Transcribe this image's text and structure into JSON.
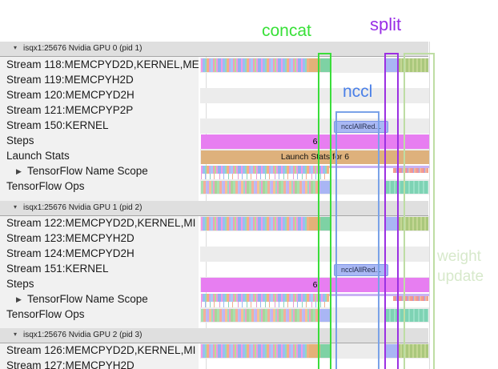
{
  "annotations": {
    "concat": "concat",
    "split": "split",
    "nccl": "nccl",
    "weight_update_line1": "weight",
    "weight_update_line2": "update",
    "colors": {
      "concat_text": "#38e038",
      "split_text": "#992ee6",
      "nccl_text": "#4b80e8",
      "weight_update_text": "#d7e9cb",
      "concat_box": "#3bdd3b",
      "nccl_box": "#7aa2e8",
      "split_box": "#9c30e2",
      "weight_update_box": "#bedda4"
    }
  },
  "icons": {
    "collapse": "▾",
    "expand": "▶"
  },
  "events": {
    "nccl_all_reduce": "ncclAllRed...",
    "steps_value": "6",
    "launch_stats": "Launch Stats for 6"
  },
  "palette": {
    "steps_bar": "#e77ef1",
    "launch_stats_bar": "#deb17c",
    "nccl_bar": "#a9b8f4",
    "kernel_teal": "#7ed2a4",
    "memcpy_orange": "#e4b179",
    "nccl_periwinkle": "#a9b6f4",
    "weight_update_olive": "#aac87c",
    "name_scope_lavender": "#c9b2f4",
    "row_stripe_gray": "#ececec",
    "header_band_gray": "#dfdfdf"
  },
  "sections": [
    {
      "header": "isqx1:25676 Nvidia GPU 0 (pid 1)",
      "rows": [
        "Stream 118:MEMCPYD2D,KERNEL,ME",
        "Stream 119:MEMCPYH2D",
        "Stream 120:MEMCPYD2H",
        "Stream 121:MEMCPYP2P",
        "Stream 150:KERNEL",
        "Steps",
        "Launch Stats",
        "TensorFlow Name Scope",
        "TensorFlow Ops"
      ]
    },
    {
      "header": "isqx1:25676 Nvidia GPU 1 (pid 2)",
      "rows": [
        "Stream 122:MEMCPYD2D,KERNEL,MI",
        "Stream 123:MEMCPYH2D",
        "Stream 124:MEMCPYD2H",
        "Stream 151:KERNEL",
        "Steps",
        "TensorFlow Name Scope",
        "TensorFlow Ops"
      ]
    },
    {
      "header": "isqx1:25676 Nvidia GPU 2 (pid 3)",
      "rows": [
        "Stream 126:MEMCPYD2D,KERNEL,MI",
        "Stream 127:MEMCPYH2D"
      ]
    }
  ]
}
